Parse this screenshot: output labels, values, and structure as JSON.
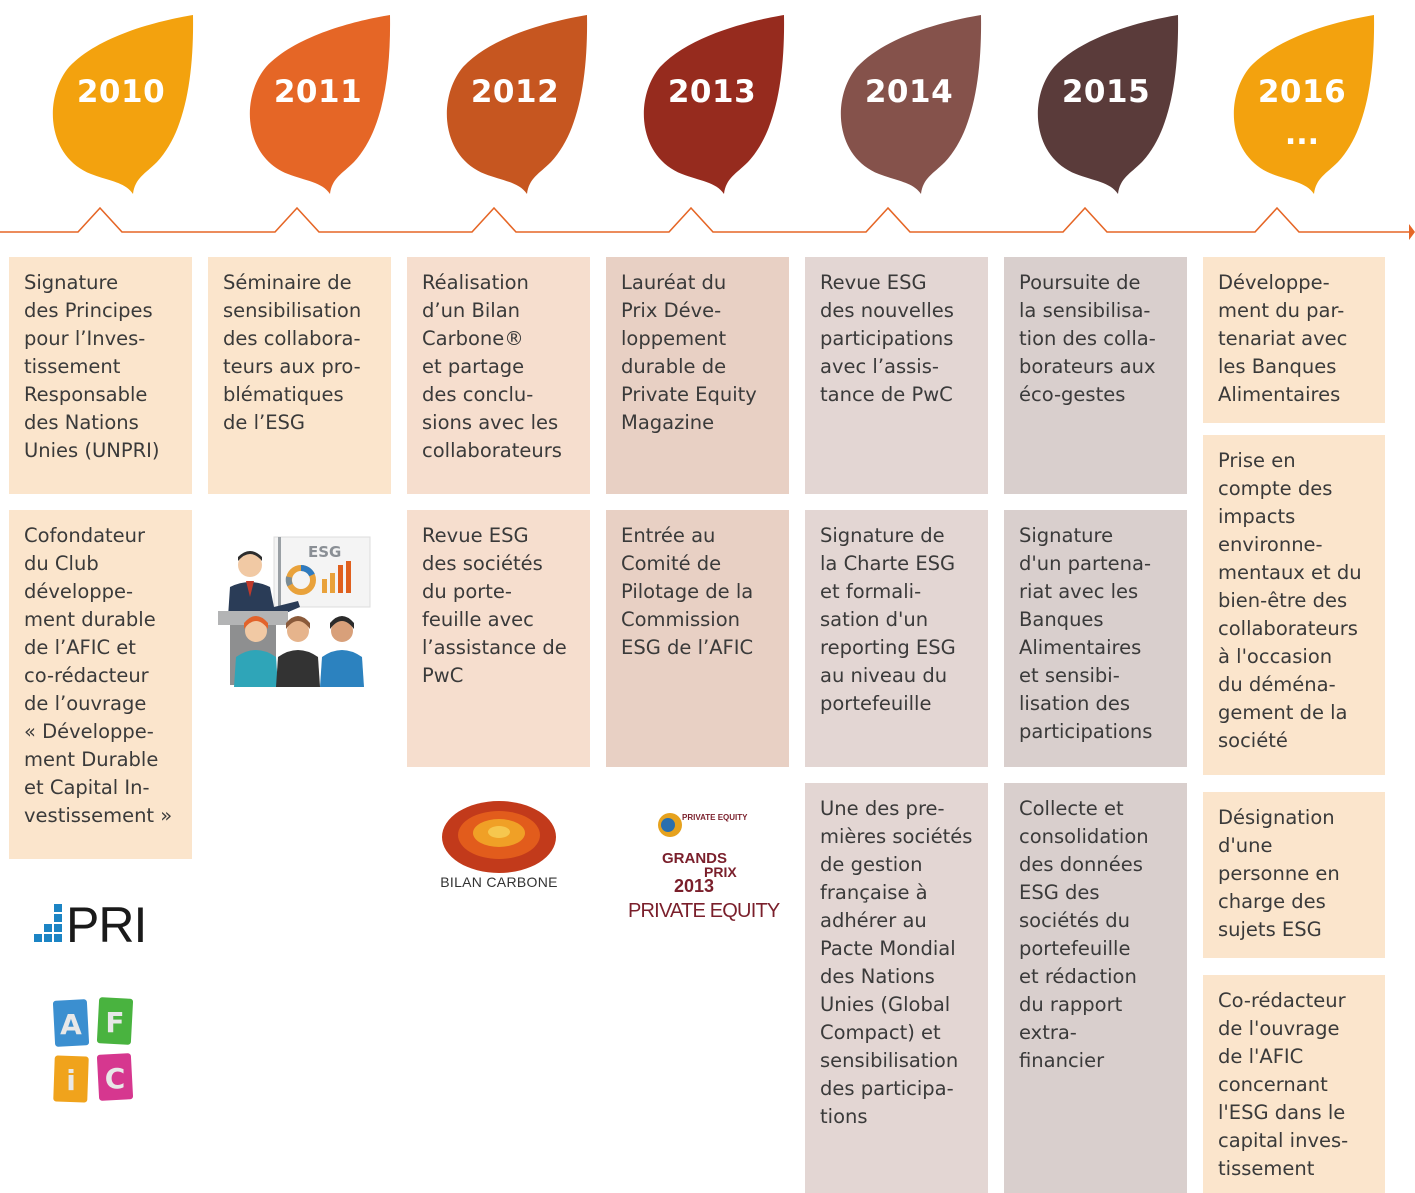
{
  "colors": {
    "leaf_2010": "#F3A20E",
    "leaf_2011": "#E56626",
    "leaf_2012": "#C65620",
    "leaf_2013": "#962B1E",
    "leaf_2014": "#85524B",
    "leaf_2015": "#5A3B3A",
    "leaf_2016": "#F3A20E",
    "timeline": "#E56626",
    "card_light": "#FBE5CC",
    "card_peach": "#F6DECE",
    "card_rose": "#E8D0C4",
    "card_mauve": "#E3D6D3",
    "card_grey": "#D9CFCD"
  },
  "years": [
    "2010",
    "2011",
    "2012",
    "2013",
    "2014",
    "2015",
    "2016"
  ],
  "year_2016_ellipsis": "...",
  "cards": {
    "c2010_1": "Signature\ndes Principes\npour l’Inves-\ntissement\nResponsable\ndes Nations\nUnies (UNPRI)",
    "c2010_2": "Cofondateur\ndu Club\ndéveloppe-\nment durable\nde l’AFIC et\nco-rédacteur\nde l’ouvrage\n« Développe-\nment Durable\net Capital In-\nvestissement »",
    "c2011_1": "Séminaire de\nsensibilisation\ndes collabora-\nteurs aux pro-\nblématiques\nde l’ESG",
    "c2012_1": "Réalisation\nd’un Bilan\nCarbone®\net partage\ndes conclu-\nsions avec les\ncollaborateurs",
    "c2012_2": "Revue ESG\ndes sociétés\ndu porte-\nfeuille avec\nl’assistance de\nPwC",
    "c2013_1": "Lauréat du\nPrix Déve-\nloppement\ndurable de\nPrivate Equity\nMagazine",
    "c2013_2": "Entrée au\nComité de\nPilotage de la\nCommission\nESG de l’AFIC",
    "c2014_1": "Revue ESG\ndes nouvelles\nparticipations\navec l’assis-\ntance de PwC",
    "c2014_2": "Signature de\nla Charte ESG\net formali-\nsation d'un\nreporting ESG\nau niveau du\nportefeuille",
    "c2014_3": "Une des pre-\nmières sociétés\nde gestion\nfrançaise à\nadhérer au\nPacte Mondial\ndes Nations\nUnies (Global\nCompact) et\nsensibilisation\ndes participa-\ntions",
    "c2015_1": "Poursuite de\nla sensibilisa-\ntion des colla-\nborateurs aux\néco-gestes",
    "c2015_2": "Signature\nd'un partena-\nriat avec les\nBanques\nAlimentaires\net sensibi-\nlisation des\nparticipations",
    "c2015_3": "Collecte et\nconsolidation\ndes données\nESG des\nsociétés du\nportefeuille\net rédaction\ndu rapport\n extra-\nfinancier",
    "c2016_1": "Développe-\nment du par-\ntenariat avec\nles Banques\nAlimentaires",
    "c2016_2": "Prise en\ncompte des\nimpacts\nenvironne-\nmentaux et du\nbien-être des\ncollaborateurs\nà l'occasion\ndu déména-\ngement de la\nsociété",
    "c2016_3": "Désignation\nd'une\npersonne en\ncharge des\nsujets ESG",
    "c2016_4": "Co-rédacteur\nde l'ouvrage\nde l'AFIC\nconcernant\nl'ESG dans le\ncapital inves-\ntissement"
  },
  "logos": {
    "esg_slide_label": "ESG",
    "pri_text": "PRI",
    "afic_letters": [
      "A",
      "F",
      "i",
      "C"
    ],
    "bilan_carbone_text": "BILAN CARBONE",
    "grands_prix_top": "PRIVATE\nEQUITY",
    "grands_prix_line1": "GRANDS",
    "grands_prix_line2": "PRIX",
    "grands_prix_year": "2013",
    "private_equity_text": "PRIVATE EQUITY"
  }
}
